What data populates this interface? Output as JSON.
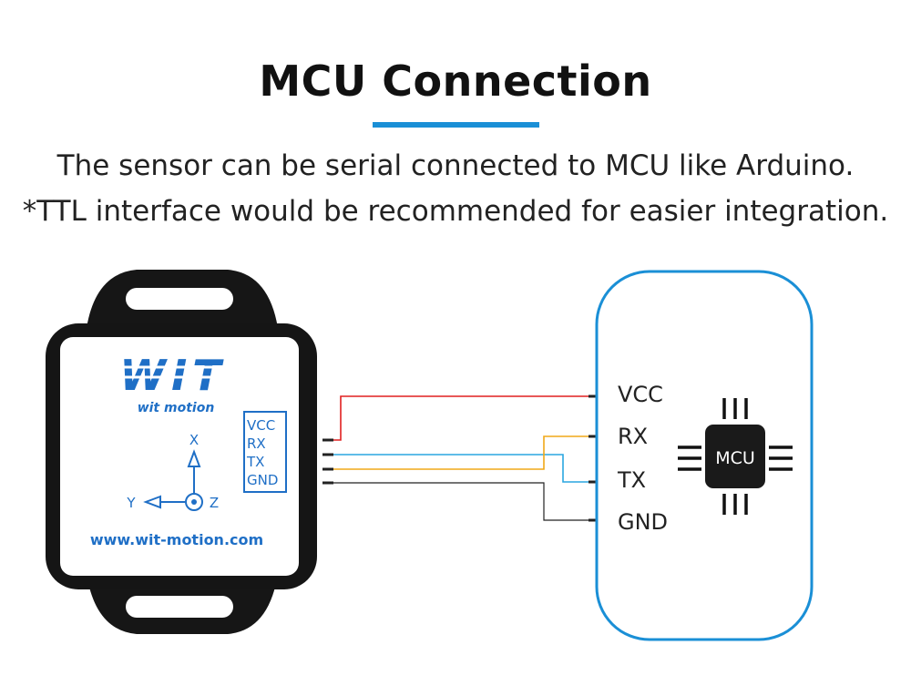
{
  "header": {
    "title": "MCU Connection",
    "subtitle_line1": "The sensor can be serial connected to MCU like Arduino.",
    "subtitle_line2": "*TTL interface would be recommended for easier integration."
  },
  "sensor": {
    "logo_text": "WIT",
    "brand_text": "wit motion",
    "pin_labels": [
      "VCC",
      "RX",
      "TX",
      "GND"
    ],
    "axis_x": "X",
    "axis_y": "Y",
    "axis_z": "Z",
    "url": "www.wit-motion.com"
  },
  "mcu_board": {
    "pin_labels": [
      "VCC",
      "RX",
      "TX",
      "GND"
    ],
    "chip_label": "MCU"
  },
  "colors": {
    "accent": "#1a8fd6",
    "vcc_wire": "#e02020",
    "rx_wire": "#f0a818",
    "tx_wire": "#2aa6e0",
    "gnd_wire": "#222222",
    "logo_blue": "#1f6fc6"
  }
}
